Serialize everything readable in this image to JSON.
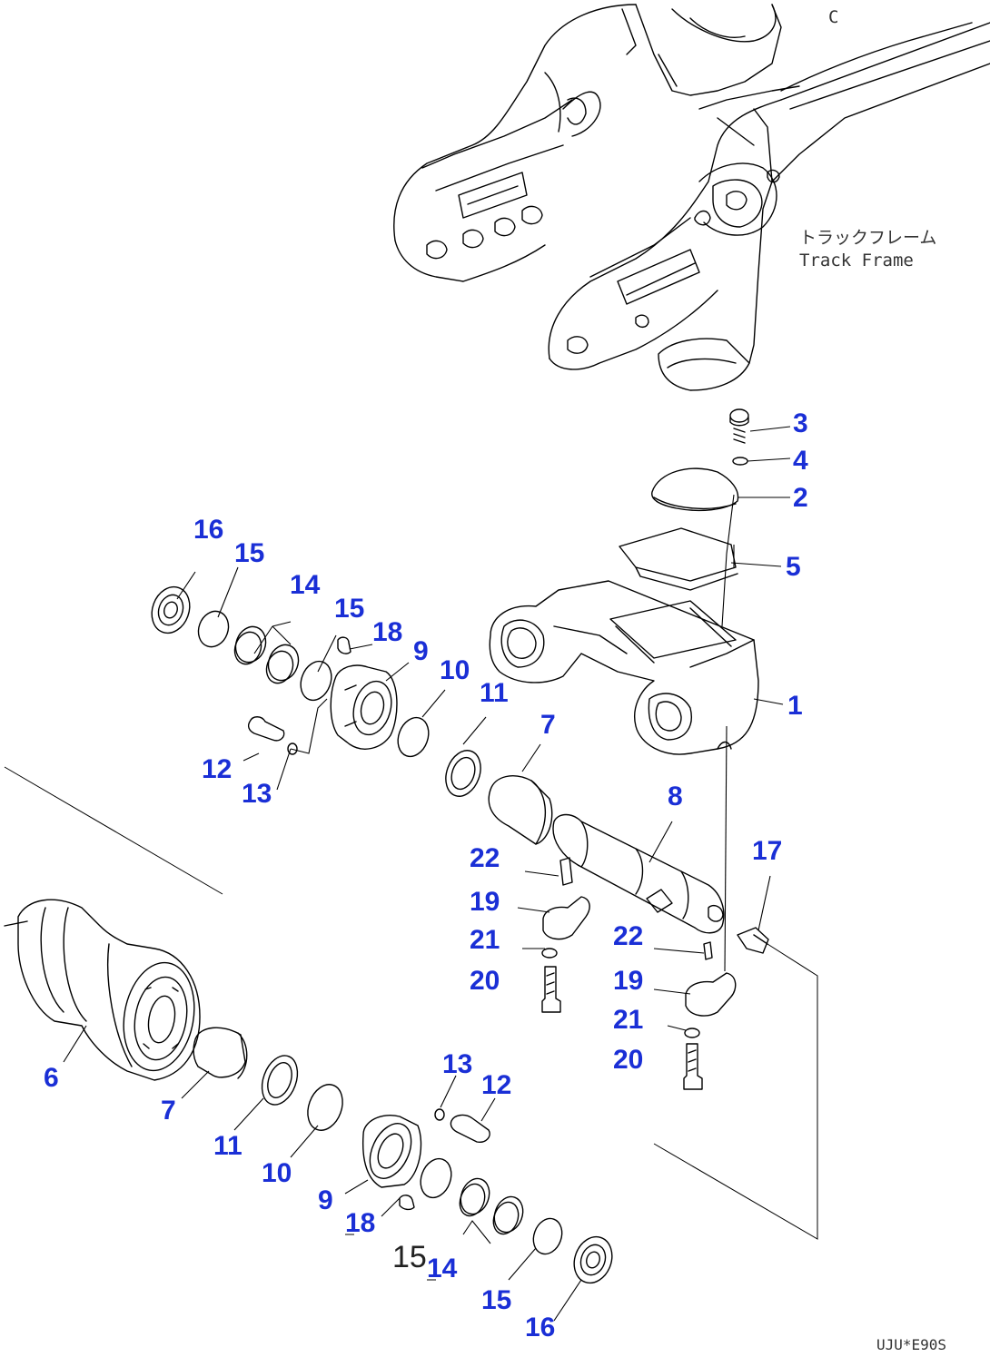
{
  "diagram": {
    "frame_label_jp": "トラックフレーム",
    "frame_label_en": "Track Frame",
    "corner_mark": "C",
    "drawing_code": "UJU*E90S",
    "callouts": [
      {
        "id": "c3",
        "text": "3"
      },
      {
        "id": "c4",
        "text": "4"
      },
      {
        "id": "c2",
        "text": "2"
      },
      {
        "id": "c5",
        "text": "5"
      },
      {
        "id": "c1",
        "text": "1"
      },
      {
        "id": "c16a",
        "text": "16"
      },
      {
        "id": "c15a",
        "text": "15"
      },
      {
        "id": "c14a",
        "text": "14"
      },
      {
        "id": "c15b",
        "text": "15"
      },
      {
        "id": "c18a",
        "text": "18"
      },
      {
        "id": "c9a",
        "text": "9"
      },
      {
        "id": "c10a",
        "text": "10"
      },
      {
        "id": "c11a",
        "text": "11"
      },
      {
        "id": "c12a",
        "text": "12"
      },
      {
        "id": "c13a",
        "text": "13"
      },
      {
        "id": "c7a",
        "text": "7"
      },
      {
        "id": "c8",
        "text": "8"
      },
      {
        "id": "c17",
        "text": "17"
      },
      {
        "id": "c22a",
        "text": "22"
      },
      {
        "id": "c19a",
        "text": "19"
      },
      {
        "id": "c21a",
        "text": "21"
      },
      {
        "id": "c20a",
        "text": "20"
      },
      {
        "id": "c22b",
        "text": "22"
      },
      {
        "id": "c19b",
        "text": "19"
      },
      {
        "id": "c21b",
        "text": "21"
      },
      {
        "id": "c20b",
        "text": "20"
      },
      {
        "id": "c6",
        "text": "6"
      },
      {
        "id": "c7b",
        "text": "7"
      },
      {
        "id": "c11b",
        "text": "11"
      },
      {
        "id": "c10b",
        "text": "10"
      },
      {
        "id": "c9b",
        "text": "9"
      },
      {
        "id": "c18b",
        "text": "18"
      },
      {
        "id": "c13b",
        "text": "13"
      },
      {
        "id": "c12b",
        "text": "12"
      },
      {
        "id": "c15c",
        "text": "15"
      },
      {
        "id": "c14b",
        "text": "14"
      },
      {
        "id": "c15d",
        "text": "15"
      },
      {
        "id": "c16b",
        "text": "16"
      }
    ]
  }
}
